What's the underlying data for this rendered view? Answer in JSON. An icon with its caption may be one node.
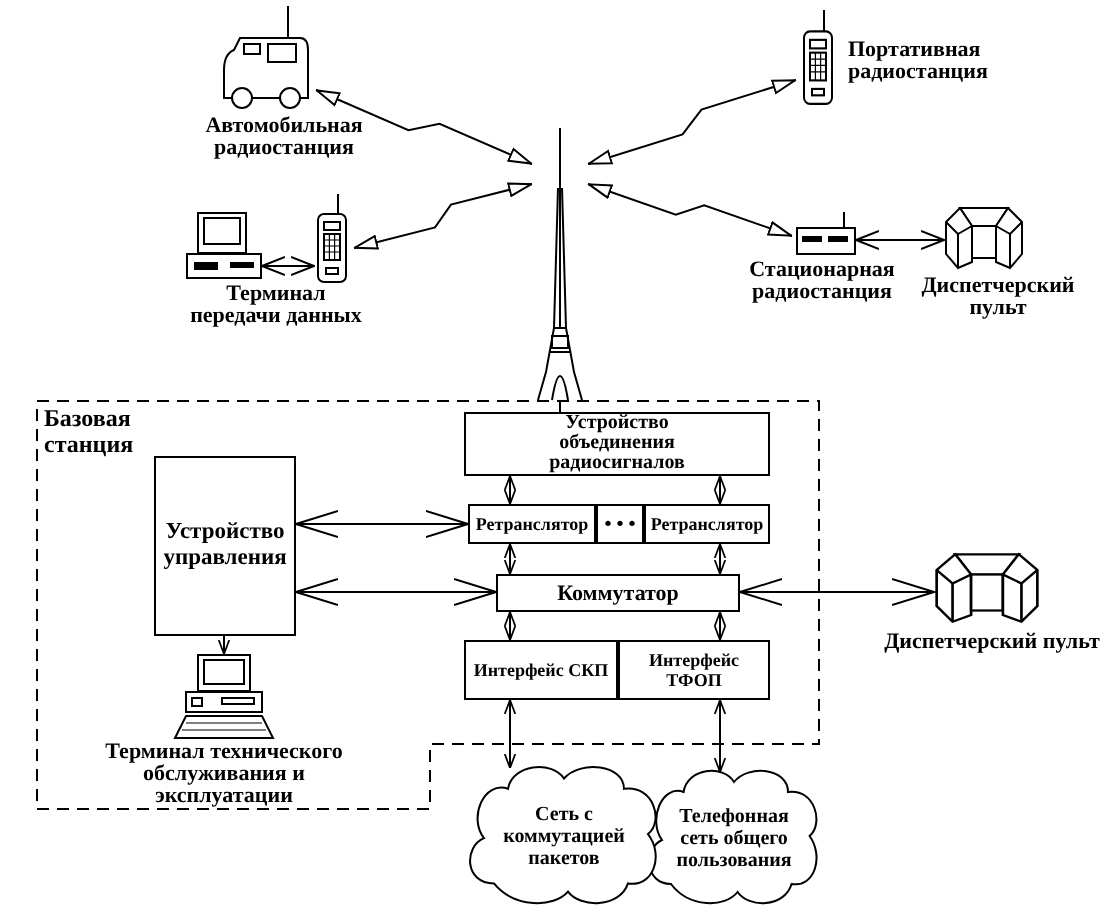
{
  "diagram": {
    "nodes": [
      {
        "text": [
          "Базовая станция"
        ]
      },
      {
        "text": [
          "Устройство объединения радиосигналов"
        ],
        "in": 0
      },
      {
        "text": [
          "Ретранслятор"
        ],
        "in": 0
      },
      {
        "text": [
          "• • •"
        ],
        "in": 0
      },
      {
        "text": [
          "Ретранслятор"
        ],
        "in": 0
      },
      {
        "text": [
          "Коммутатор"
        ],
        "in": 0
      },
      {
        "text": [
          "Интерфейс СКП"
        ],
        "in": 0
      },
      {
        "text": [
          "Интерфейс ТФОП"
        ],
        "in": 0
      },
      {
        "text": [
          "Устройство управления"
        ],
        "in": 0
      },
      {
        "text": [],
        "shape": "picture",
        "in": 0,
        "beside": [
          "Терминал технического обслуживания и эксплуатации"
        ]
      },
      {
        "text": [
          "Сеть с коммутацией пакетов"
        ]
      },
      {
        "text": [
          "Телефонная сеть общего пользования"
        ]
      },
      {
        "text": [],
        "shape": "picture",
        "beside": [
          "Диспетчерский пульт"
        ]
      },
      {
        "text": [],
        "shape": "picture"
      },
      {
        "text": [],
        "shape": "picture",
        "beside": [
          "Автомобильная радиостанция"
        ]
      },
      {
        "text": [],
        "shape": "picture"
      },
      {
        "text": [],
        "shape": "picture"
      },
      {
        "text": [],
        "shape": "picture",
        "beside": [
          "Портативная радиостанция"
        ]
      },
      {
        "text": [],
        "shape": "picture",
        "beside": [
          "Стационарная радиостанция"
        ]
      },
      {
        "text": [],
        "shape": "picture",
        "beside": [
          "Диспетчерский пульт"
        ]
      }
    ],
    "edges": [
      {
        "from": 14,
        "to": 13,
        "arrow": "both"
      },
      {
        "from": 16,
        "to": 13,
        "arrow": "both"
      },
      {
        "from": 13,
        "to": 17,
        "arrow": "both"
      },
      {
        "from": 13,
        "to": 18,
        "arrow": "both"
      },
      {
        "from": 18,
        "to": 19,
        "arrow": "both"
      },
      {
        "from": 15,
        "to": 16,
        "arrow": "both"
      },
      {
        "from": 13,
        "to": 1,
        "arrow": "none"
      },
      {
        "from": 1,
        "to": 2,
        "arrow": "both"
      },
      {
        "from": 1,
        "to": 4,
        "arrow": "both"
      },
      {
        "from": 2,
        "to": 5,
        "arrow": "both"
      },
      {
        "from": 4,
        "to": 5,
        "arrow": "both"
      },
      {
        "from": 5,
        "to": 6,
        "arrow": "both"
      },
      {
        "from": 5,
        "to": 7,
        "arrow": "both"
      },
      {
        "from": 8,
        "to": 2,
        "arrow": "both"
      },
      {
        "from": 8,
        "to": 5,
        "arrow": "both"
      },
      {
        "from": 8,
        "to": 9,
        "arrow": "to"
      },
      {
        "from": 6,
        "to": 10,
        "arrow": "both"
      },
      {
        "from": 7,
        "to": 11,
        "arrow": "both"
      },
      {
        "from": 5,
        "to": 12,
        "arrow": "both"
      }
    ],
    "labels": [
      "Терминал передачи данных"
    ]
  }
}
